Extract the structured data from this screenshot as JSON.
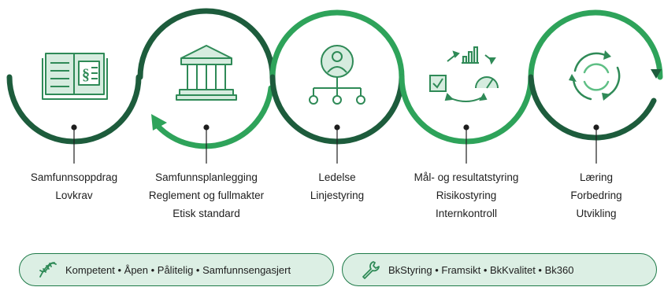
{
  "stages": [
    {
      "icon": "law-book-icon",
      "lines": [
        "Samfunnsoppdrag",
        "Lovkrav"
      ]
    },
    {
      "icon": "government-building-icon",
      "lines": [
        "Samfunnsplanlegging",
        "Reglement og fullmakter",
        "Etisk standard"
      ]
    },
    {
      "icon": "organization-chart-icon",
      "lines": [
        "Ledelse",
        "Linjestyring"
      ]
    },
    {
      "icon": "performance-management-icon",
      "lines": [
        "Mål- og resultatstyring",
        "Risikostyring",
        "Internkontroll"
      ]
    },
    {
      "icon": "cycle-arrows-icon",
      "lines": [
        "Læring",
        "Forbedring",
        "Utvikling"
      ]
    }
  ],
  "values_pill": {
    "icon": "dna-icon",
    "text": "Kompetent • Åpen • Pålitelig • Samfunnsengasjert"
  },
  "tools_pill": {
    "icon": "wrench-icon",
    "text": "BkStyring • Framsikt • BkKvalitet • Bk360"
  },
  "colors": {
    "dark_green": "#1d5c3c",
    "light_green": "#2ea35a",
    "icon_green": "#2f8a57",
    "pill_fill": "#dcefe4"
  }
}
